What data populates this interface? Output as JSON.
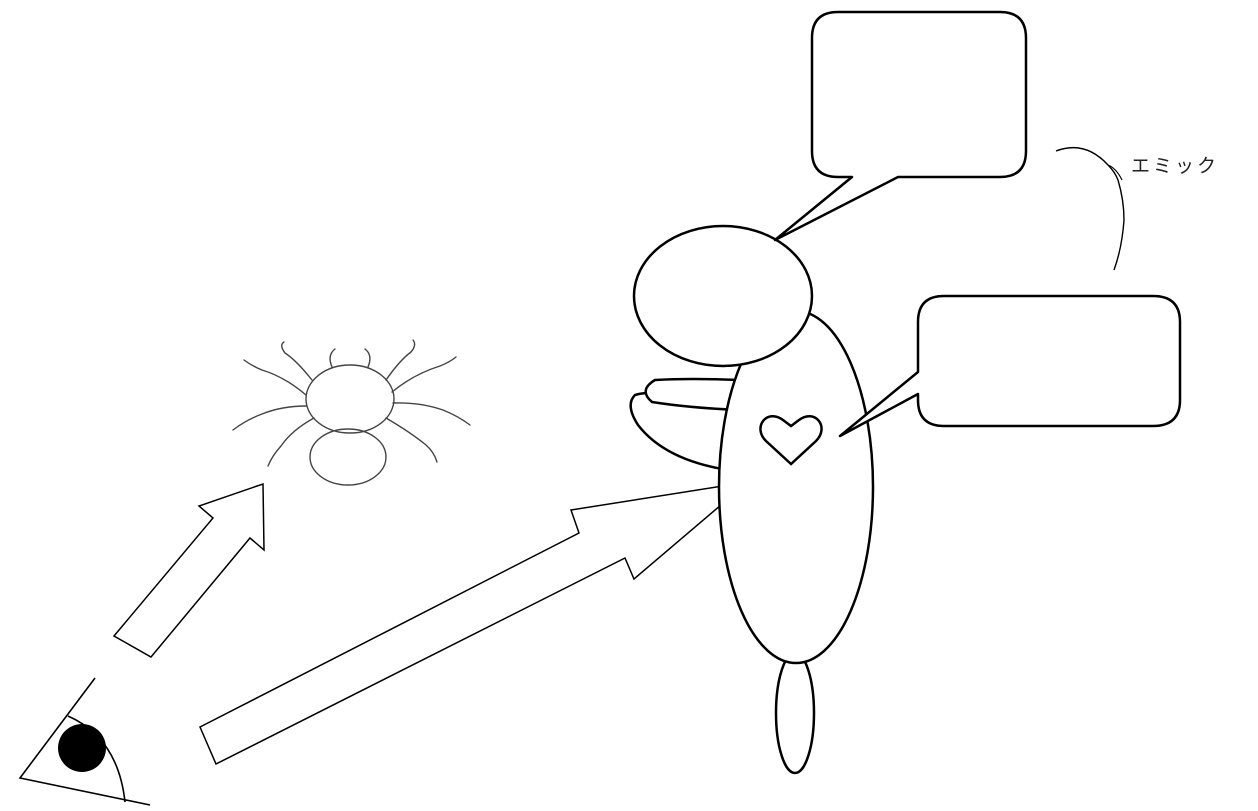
{
  "diagram": {
    "annotation_label": "エミック",
    "colors": {
      "ink": "#000000",
      "spider_ink": "#444444",
      "background": "#ffffff"
    },
    "speech_bubbles": [
      {
        "role": "head-thought",
        "text": ""
      },
      {
        "role": "heart-feeling",
        "text": ""
      }
    ]
  }
}
